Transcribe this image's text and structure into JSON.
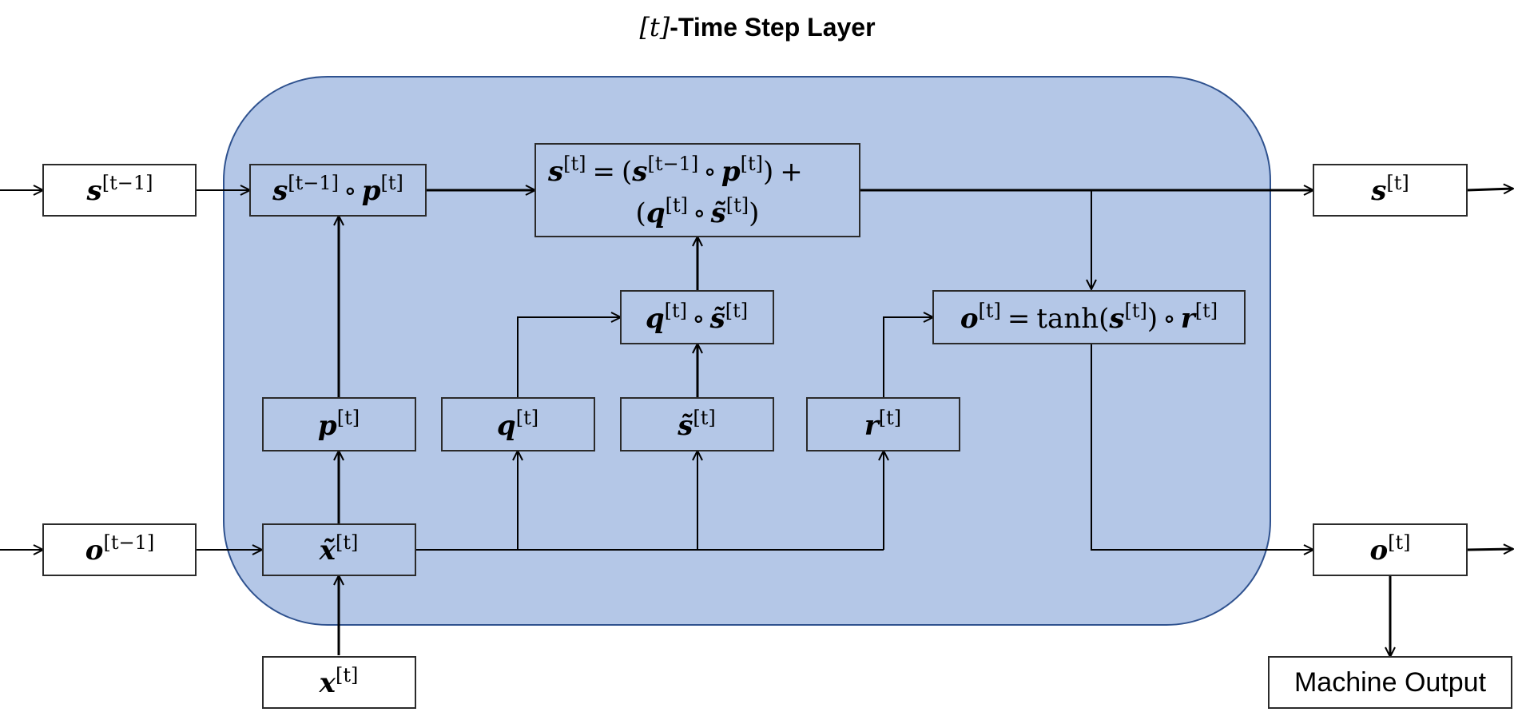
{
  "title": {
    "bracket_open": "[",
    "var": "t",
    "bracket_close": "]",
    "suffix": "-Time Step Layer"
  },
  "symbols": {
    "s": "s",
    "o": "o",
    "p": "p",
    "q": "q",
    "r": "r",
    "x": "x",
    "s_tilde": "s̃",
    "x_tilde": "x̃",
    "hadamard": "∘",
    "equals": "=",
    "plus": "+",
    "tanh": "tanh",
    "paren_open": "(",
    "paren_close": ")",
    "sup_t": "[t]",
    "sup_t_minus_1": "[t−1]"
  },
  "output_label": "Machine Output",
  "colors": {
    "cell_fill": "#b4c7e7",
    "cell_stroke": "#2f528f",
    "box_stroke": "#2b2b2b",
    "arrow": "#000000"
  }
}
